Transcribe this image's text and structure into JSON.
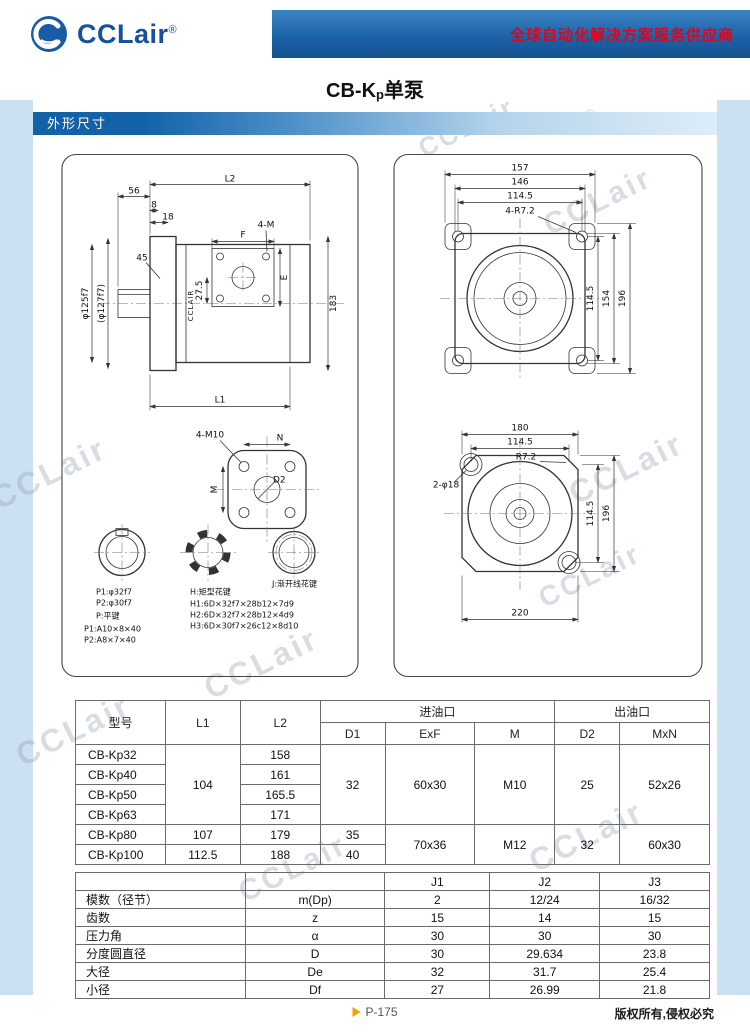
{
  "header": {
    "brand": "CCLair",
    "brand_reg": "®",
    "tagline": "全球自动化解决方案服务供应商"
  },
  "title": {
    "pre": "CB-K",
    "sub": "p",
    "post": "单泵"
  },
  "section": {
    "label": "外形尺寸"
  },
  "watermark": {
    "text": "CCLair",
    "reg": "®"
  },
  "drawing": {
    "side": {
      "d56": "56",
      "dL2": "L2",
      "d8": "8",
      "d18": "18",
      "d45": "45",
      "dF": "F",
      "dE": "E",
      "d4M": "4-M",
      "d275": "27.5",
      "dphi125": "φ125f7",
      "dphi127": "(φ127f7)",
      "d183": "183",
      "dL1": "L1",
      "body": "CCLAIR"
    },
    "port": {
      "d4M10": "4-M10",
      "dN": "N",
      "dM": "M",
      "dD2": "D2"
    },
    "shaft": {
      "p1": "P1:φ32f7",
      "p2": "P2:φ30f7",
      "pkey": "P:平键",
      "p1spec": "P1:A10×8×40",
      "p2spec": "P2:A8×7×40",
      "htitle": "H:矩型花键",
      "h1": "H1:6D×32f7×28b12×7d9",
      "h2": "H2:6D×32f7×28b12×4d9",
      "h3": "H3:6D×30f7×26c12×8d10",
      "j": "J:渐开线花键"
    },
    "rear_top": {
      "d157": "157",
      "d146": "146",
      "d114": "114.5",
      "d4R": "4-R7.2",
      "dv114": "114.5",
      "d154": "154",
      "d196": "196"
    },
    "rear_bottom": {
      "d180": "180",
      "d114": "114.5",
      "dR": "R7.2",
      "d2phi18": "2-φ18",
      "dv114": "114.5",
      "d196": "196",
      "d220": "220"
    }
  },
  "spec_table": {
    "h_model": "型号",
    "h_l1": "L1",
    "h_l2": "L2",
    "h_inlet": "进油口",
    "h_outlet": "出油口",
    "h_d1": "D1",
    "h_exf": "ExF",
    "h_m": "M",
    "h_d2": "D2",
    "h_mxn": "MxN",
    "models": [
      "CB-Kp32",
      "CB-Kp40",
      "CB-Kp50",
      "CB-Kp63",
      "CB-Kp80",
      "CB-Kp100"
    ],
    "l2": [
      "158",
      "161",
      "165.5",
      "171",
      "179",
      "188"
    ],
    "l1_g1": "104",
    "l1_kp80": "107",
    "l1_kp100": "112.5",
    "d1_g1": "32",
    "d1_kp80": "35",
    "d1_kp100": "40",
    "exf_g1": "60x30",
    "exf_g2": "70x36",
    "m_g1": "M10",
    "m_g2": "M12",
    "d2_g1": "25",
    "d2_g2": "32",
    "mxn_g1": "52x26",
    "mxn_g2": "60x30"
  },
  "gear_table": {
    "h_j1": "J1",
    "h_j2": "J2",
    "h_j3": "J3",
    "rows": [
      {
        "name": "模数（径节）",
        "sym": "m(Dp)",
        "j1": "2",
        "j2": "12/24",
        "j3": "16/32"
      },
      {
        "name": "齿数",
        "sym": "z",
        "j1": "15",
        "j2": "14",
        "j3": "15"
      },
      {
        "name": "压力角",
        "sym": "α",
        "j1": "30",
        "j2": "30",
        "j3": "30"
      },
      {
        "name": "分度圆直径",
        "sym": "D",
        "j1": "30",
        "j2": "29.634",
        "j3": "23.8"
      },
      {
        "name": "大径",
        "sym": "De",
        "j1": "32",
        "j2": "31.7",
        "j3": "25.4"
      },
      {
        "name": "小径",
        "sym": "Df",
        "j1": "27",
        "j2": "26.99",
        "j3": "21.8"
      }
    ]
  },
  "footer": {
    "page": "P-175",
    "copyright": "版权所有,侵权必究"
  }
}
